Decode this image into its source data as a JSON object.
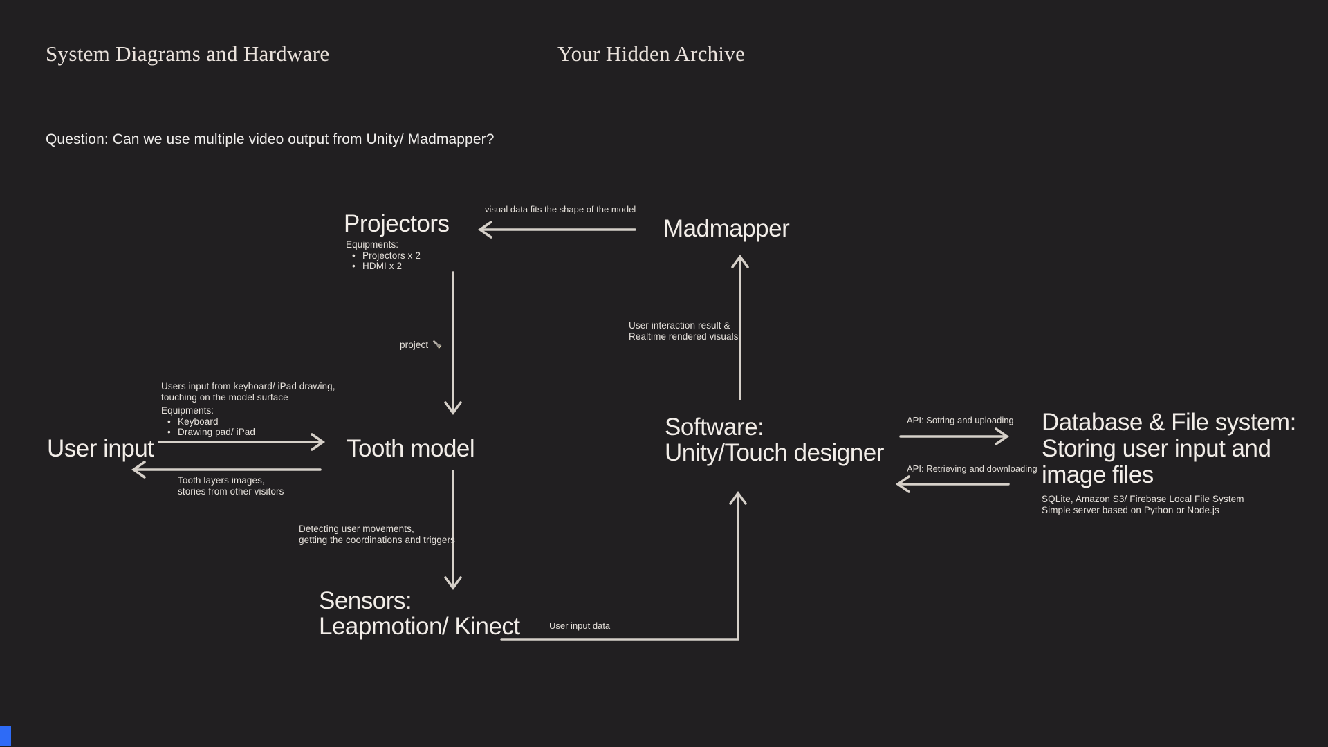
{
  "header": {
    "title": "System Diagrams and Hardware",
    "archive_title": "Your Hidden Archive",
    "question": "Question: Can we use multiple video output from Unity/ Madmapper?"
  },
  "nodes": {
    "projectors": {
      "title": "Projectors",
      "equipment_label": "Equipments:",
      "equipment": [
        "Projectors x 2",
        "HDMI x 2"
      ]
    },
    "madmapper": {
      "title": "Madmapper"
    },
    "user_input": {
      "title": "User input"
    },
    "tooth_model": {
      "title": "Tooth model"
    },
    "software": {
      "title_lines": [
        "Software:",
        "Unity/Touch designer"
      ]
    },
    "sensors": {
      "title_lines": [
        "Sensors:",
        "Leapmotion/ Kinect"
      ]
    },
    "database": {
      "title_lines": [
        "Database & File system:",
        "Storing user input and",
        "image files"
      ],
      "details": [
        "SQLite, Amazon S3/ Firebase Local File System",
        "Simple server based on Python or Node.js"
      ]
    }
  },
  "edges": [
    {
      "id": "madmapper-to-projectors",
      "from": "Madmapper",
      "to": "Projectors",
      "label": "visual data fits the shape of the model"
    },
    {
      "id": "projectors-to-tooth-model",
      "from": "Projectors",
      "to": "Tooth model",
      "label": "project",
      "icon": "flashlight-emoji"
    },
    {
      "id": "user-input-to-tooth-model",
      "from": "User input",
      "to": "Tooth model",
      "label_lines": [
        "Users input from keyboard/ iPad drawing,",
        "touching on the model surface"
      ],
      "equipment_label": "Equipments:",
      "equipment": [
        "Keyboard",
        "Drawing pad/ iPad"
      ]
    },
    {
      "id": "tooth-model-to-user-input",
      "from": "Tooth model",
      "to": "User input",
      "label_lines": [
        "Tooth layers images,",
        "stories from other visitors"
      ]
    },
    {
      "id": "tooth-model-to-sensors",
      "from": "Tooth model",
      "to": "Sensors",
      "label_lines": [
        "Detecting user movements,",
        "getting the coordinations and triggers"
      ]
    },
    {
      "id": "sensors-to-software",
      "from": "Sensors",
      "to": "Software",
      "label": "User input data"
    },
    {
      "id": "software-to-madmapper",
      "from": "Software",
      "to": "Madmapper",
      "label_lines": [
        "User interaction result &",
        "Realtime rendered visuals"
      ]
    },
    {
      "id": "software-to-database",
      "from": "Software",
      "to": "Database",
      "label": "API: Sotring and uploading"
    },
    {
      "id": "database-to-software",
      "from": "Database",
      "to": "Software",
      "label": "API: Retrieving and downloading"
    }
  ],
  "colors": {
    "background": "#211F21",
    "heading_text": "#F2EDE8",
    "label_text": "#E6E1DB",
    "arrow": "#D6D0C9",
    "accent_blue": "#2E6BF6"
  }
}
